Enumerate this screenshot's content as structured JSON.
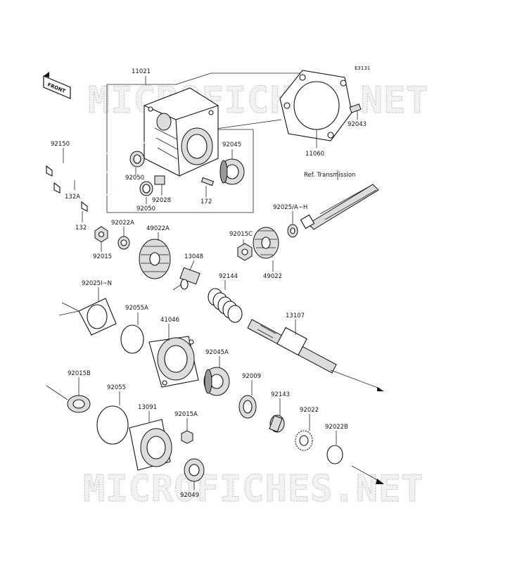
{
  "diagram_code": "E3131",
  "watermark": "MICROFICHES.NET",
  "front_badge": "FRONT",
  "ref_label": "Ref. Transmission",
  "labels": {
    "p11021": "11021",
    "p92150": "92150",
    "p132A": "132A",
    "p132": "132",
    "p92050a": "92050",
    "p92050b": "92050",
    "p92028": "92028",
    "p172": "172",
    "p92045": "92045",
    "p11060": "11060",
    "p92043": "92043",
    "p92025": "92025/A~H",
    "p92022A": "92022A",
    "p49022A": "49022A",
    "p92015": "92015",
    "p13048": "13048",
    "p92015C": "92015C",
    "p49022": "49022",
    "p92144": "92144",
    "p92025IN": "92025I~N",
    "p92055A": "92055A",
    "p41046": "41046",
    "p13107": "13107",
    "p92045A": "92045A",
    "p92015B": "92015B",
    "p92055": "92055",
    "p92009": "92009",
    "p13091": "13091",
    "p92015A": "92015A",
    "p92143": "92143",
    "p92022": "92022",
    "p92022B": "92022B",
    "p92049": "92049"
  }
}
